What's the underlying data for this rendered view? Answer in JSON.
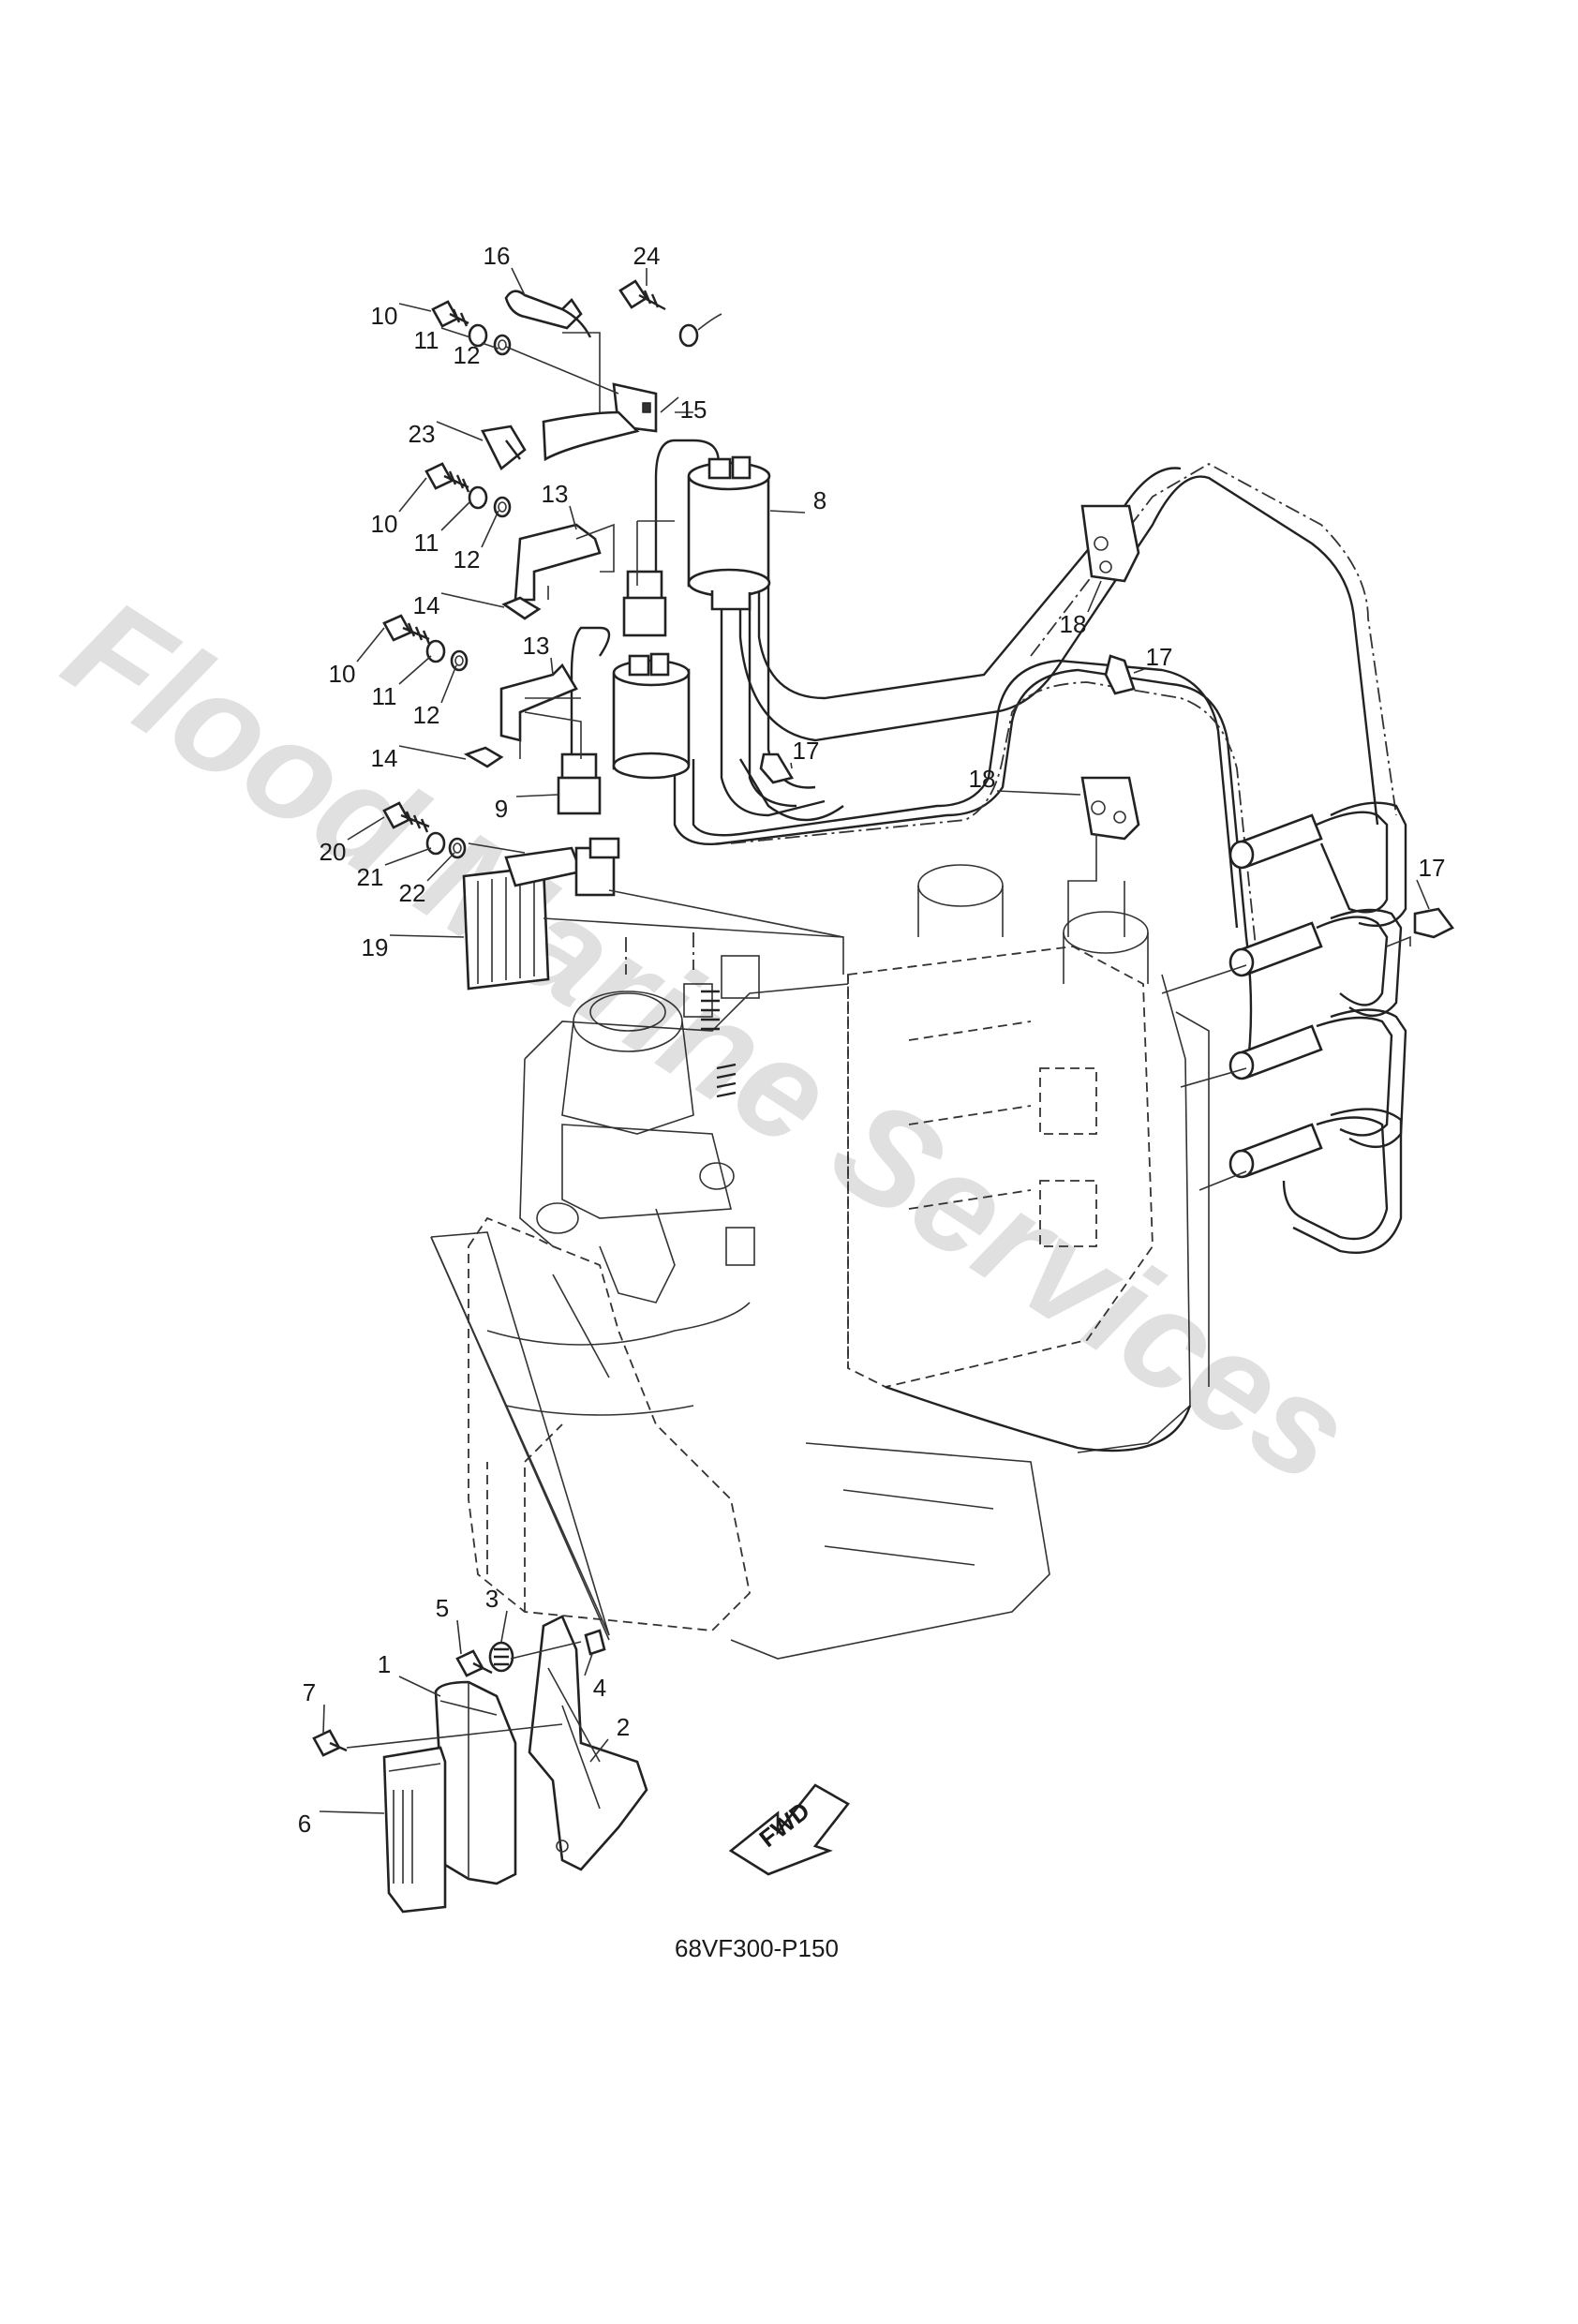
{
  "diagram": {
    "code": "68VF300-P150",
    "fwd_label": "FWD",
    "watermark": "Flood Marine Services",
    "callouts": [
      {
        "id": "c16",
        "text": "16"
      },
      {
        "id": "c24",
        "text": "24"
      },
      {
        "id": "c10a",
        "text": "10"
      },
      {
        "id": "c11a",
        "text": "11"
      },
      {
        "id": "c12a",
        "text": "12"
      },
      {
        "id": "c15",
        "text": "15"
      },
      {
        "id": "c23",
        "text": "23"
      },
      {
        "id": "c13a",
        "text": "13"
      },
      {
        "id": "c8",
        "text": "8"
      },
      {
        "id": "c10b",
        "text": "10"
      },
      {
        "id": "c11b",
        "text": "11"
      },
      {
        "id": "c12b",
        "text": "12"
      },
      {
        "id": "c14a",
        "text": "14"
      },
      {
        "id": "c18a",
        "text": "18"
      },
      {
        "id": "c10c",
        "text": "10"
      },
      {
        "id": "c11c",
        "text": "11"
      },
      {
        "id": "c12c",
        "text": "12"
      },
      {
        "id": "c13b",
        "text": "13"
      },
      {
        "id": "c17a",
        "text": "17"
      },
      {
        "id": "c14b",
        "text": "14"
      },
      {
        "id": "c17b",
        "text": "17"
      },
      {
        "id": "c18b",
        "text": "18"
      },
      {
        "id": "c9",
        "text": "9"
      },
      {
        "id": "c20",
        "text": "20"
      },
      {
        "id": "c21",
        "text": "21"
      },
      {
        "id": "c22",
        "text": "22"
      },
      {
        "id": "c17c",
        "text": "17"
      },
      {
        "id": "c19",
        "text": "19"
      },
      {
        "id": "c5",
        "text": "5"
      },
      {
        "id": "c3",
        "text": "3"
      },
      {
        "id": "c1",
        "text": "1"
      },
      {
        "id": "c4",
        "text": "4"
      },
      {
        "id": "c7",
        "text": "7"
      },
      {
        "id": "c2",
        "text": "2"
      },
      {
        "id": "c6",
        "text": "6"
      }
    ]
  }
}
